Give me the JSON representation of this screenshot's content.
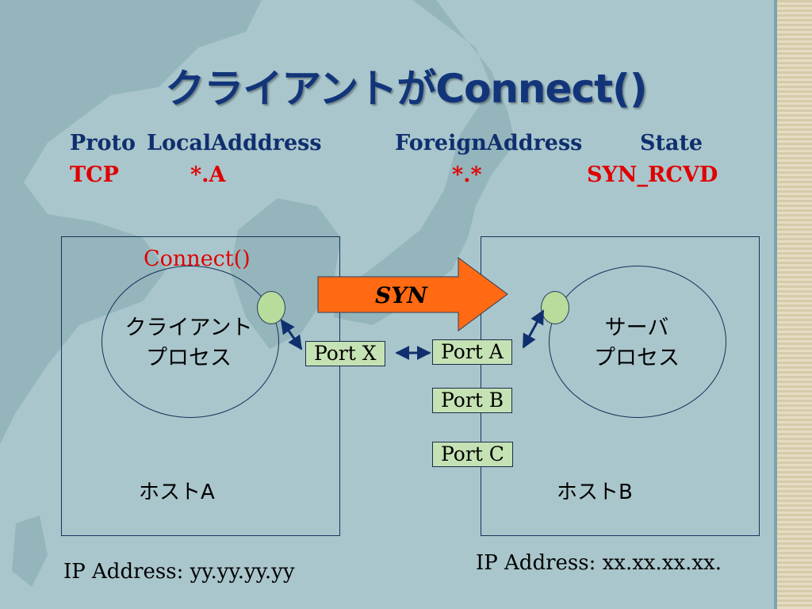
{
  "title": "クライアントがConnect()",
  "table": {
    "headers": {
      "proto": "Proto",
      "local": "LocalAdddress",
      "foreign": "ForeignAddress",
      "state": "State"
    },
    "row": {
      "proto": "TCP",
      "local": "*.A",
      "foreign": "*.*",
      "state": "SYN_RCVD"
    }
  },
  "host_a": {
    "label": "ホストA",
    "ip": "IP Address: yy.yy.yy.yy",
    "connect_label": "Connect()",
    "process_line1": "クライアント",
    "process_line2": "プロセス",
    "port": "Port X"
  },
  "host_b": {
    "label": "ホストB",
    "ip": "IP Address: xx.xx.xx.xx.",
    "process_line1": "サーバ",
    "process_line2": "プロセス",
    "ports": [
      "Port A",
      "Port B",
      "Port C"
    ]
  },
  "syn_label": "SYN",
  "colors": {
    "title": "#12357a",
    "header": "#0f2f6e",
    "highlight": "#e00000",
    "arrow": "#ff6a13",
    "port_fill": "#c5e2b4",
    "socket_fill": "#b7dc9c"
  }
}
